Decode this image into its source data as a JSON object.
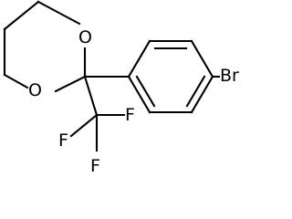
{
  "molecule": {
    "atoms": {
      "o_top": "O",
      "o_left": "O",
      "br": "Br",
      "f_right": "F",
      "f_left": "F",
      "f_bottom": "F"
    }
  },
  "colors": {
    "bond": "#000000",
    "background": "#ffffff",
    "label": "#000000"
  }
}
